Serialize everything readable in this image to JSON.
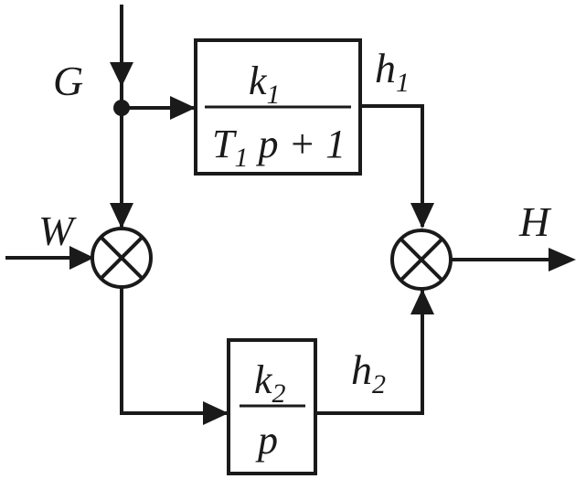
{
  "signals": {
    "G": "G",
    "W": "W",
    "H": "H",
    "h1_base": "h",
    "h1_sub": "1",
    "h2_base": "h",
    "h2_sub": "2"
  },
  "block1": {
    "num_base": "k",
    "num_sub": "1",
    "den_T": "T",
    "den_T_sub": "1",
    "den_rest": " p + 1"
  },
  "block2": {
    "num_base": "k",
    "num_sub": "2",
    "den": "p"
  }
}
